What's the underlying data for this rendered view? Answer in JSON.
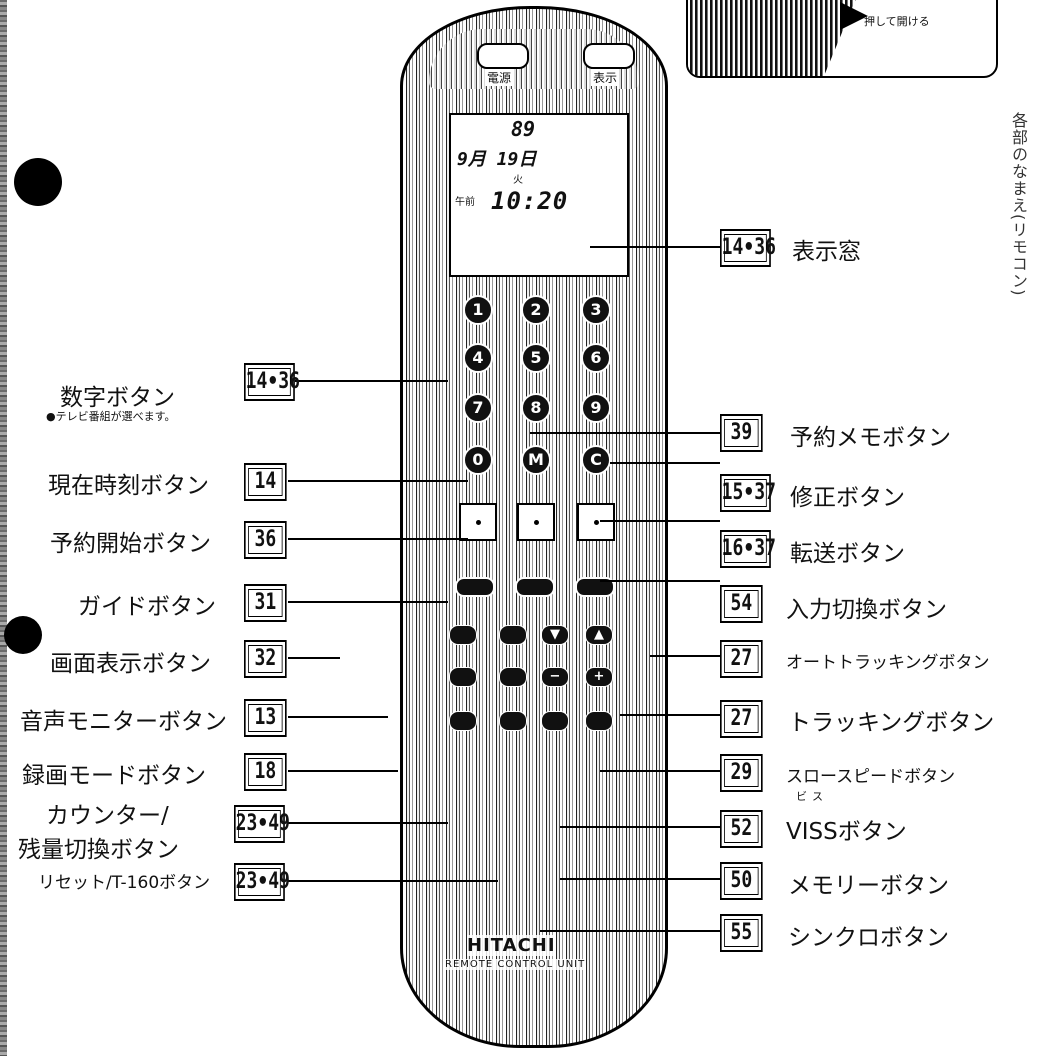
{
  "inset": {
    "caption": "押して開ける"
  },
  "side_text": "各部のなまえ(リモコン)",
  "remote": {
    "top_buttons": {
      "power_label": "電源",
      "mode_label": "表示"
    },
    "lcd": {
      "year": "89",
      "date": "9月 19日",
      "weekday": "火",
      "ampm": "午前",
      "time": "10:20"
    },
    "keypad": [
      "1",
      "2",
      "3",
      "4",
      "5",
      "6",
      "7",
      "8",
      "9",
      "0",
      "M",
      "C"
    ],
    "small_keys": [
      "−",
      "+",
      "▼",
      "▲"
    ],
    "brand": "HITACHI",
    "subbrand": "REMOTE CONTROL UNIT"
  },
  "callouts_left": [
    {
      "label": "数字ボタン",
      "ref": "14•36",
      "note": "●テレビ番組が選べます。"
    },
    {
      "label": "現在時刻ボタン",
      "ref": "14"
    },
    {
      "label": "予約開始ボタン",
      "ref": "36"
    },
    {
      "label": "ガイドボタン",
      "ref": "31"
    },
    {
      "label": "画面表示ボタン",
      "ref": "32"
    },
    {
      "label": "音声モニターボタン",
      "ref": "13"
    },
    {
      "label": "録画モードボタン",
      "ref": "18"
    },
    {
      "label_line1": "カウンター/",
      "label_line2": "残量切換ボタン",
      "ref": "23•49"
    },
    {
      "label": "リセット/T-160ボタン",
      "ref": "23•49"
    }
  ],
  "callouts_right": [
    {
      "label": "表示窓",
      "ref": "14•36"
    },
    {
      "label": "予約メモボタン",
      "ref": "39"
    },
    {
      "label": "修正ボタン",
      "ref": "15•37"
    },
    {
      "label": "転送ボタン",
      "ref": "16•37"
    },
    {
      "label": "入力切換ボタン",
      "ref": "54"
    },
    {
      "label": "オートトラッキングボタン",
      "ref": "27"
    },
    {
      "label": "トラッキングボタン",
      "ref": "27"
    },
    {
      "label": "スロースピードボタン",
      "ref": "29"
    },
    {
      "label": "VISSボタン",
      "ruby": "ビス",
      "ref": "52"
    },
    {
      "label": "メモリーボタン",
      "ref": "50"
    },
    {
      "label": "シンクロボタン",
      "ref": "55"
    }
  ]
}
